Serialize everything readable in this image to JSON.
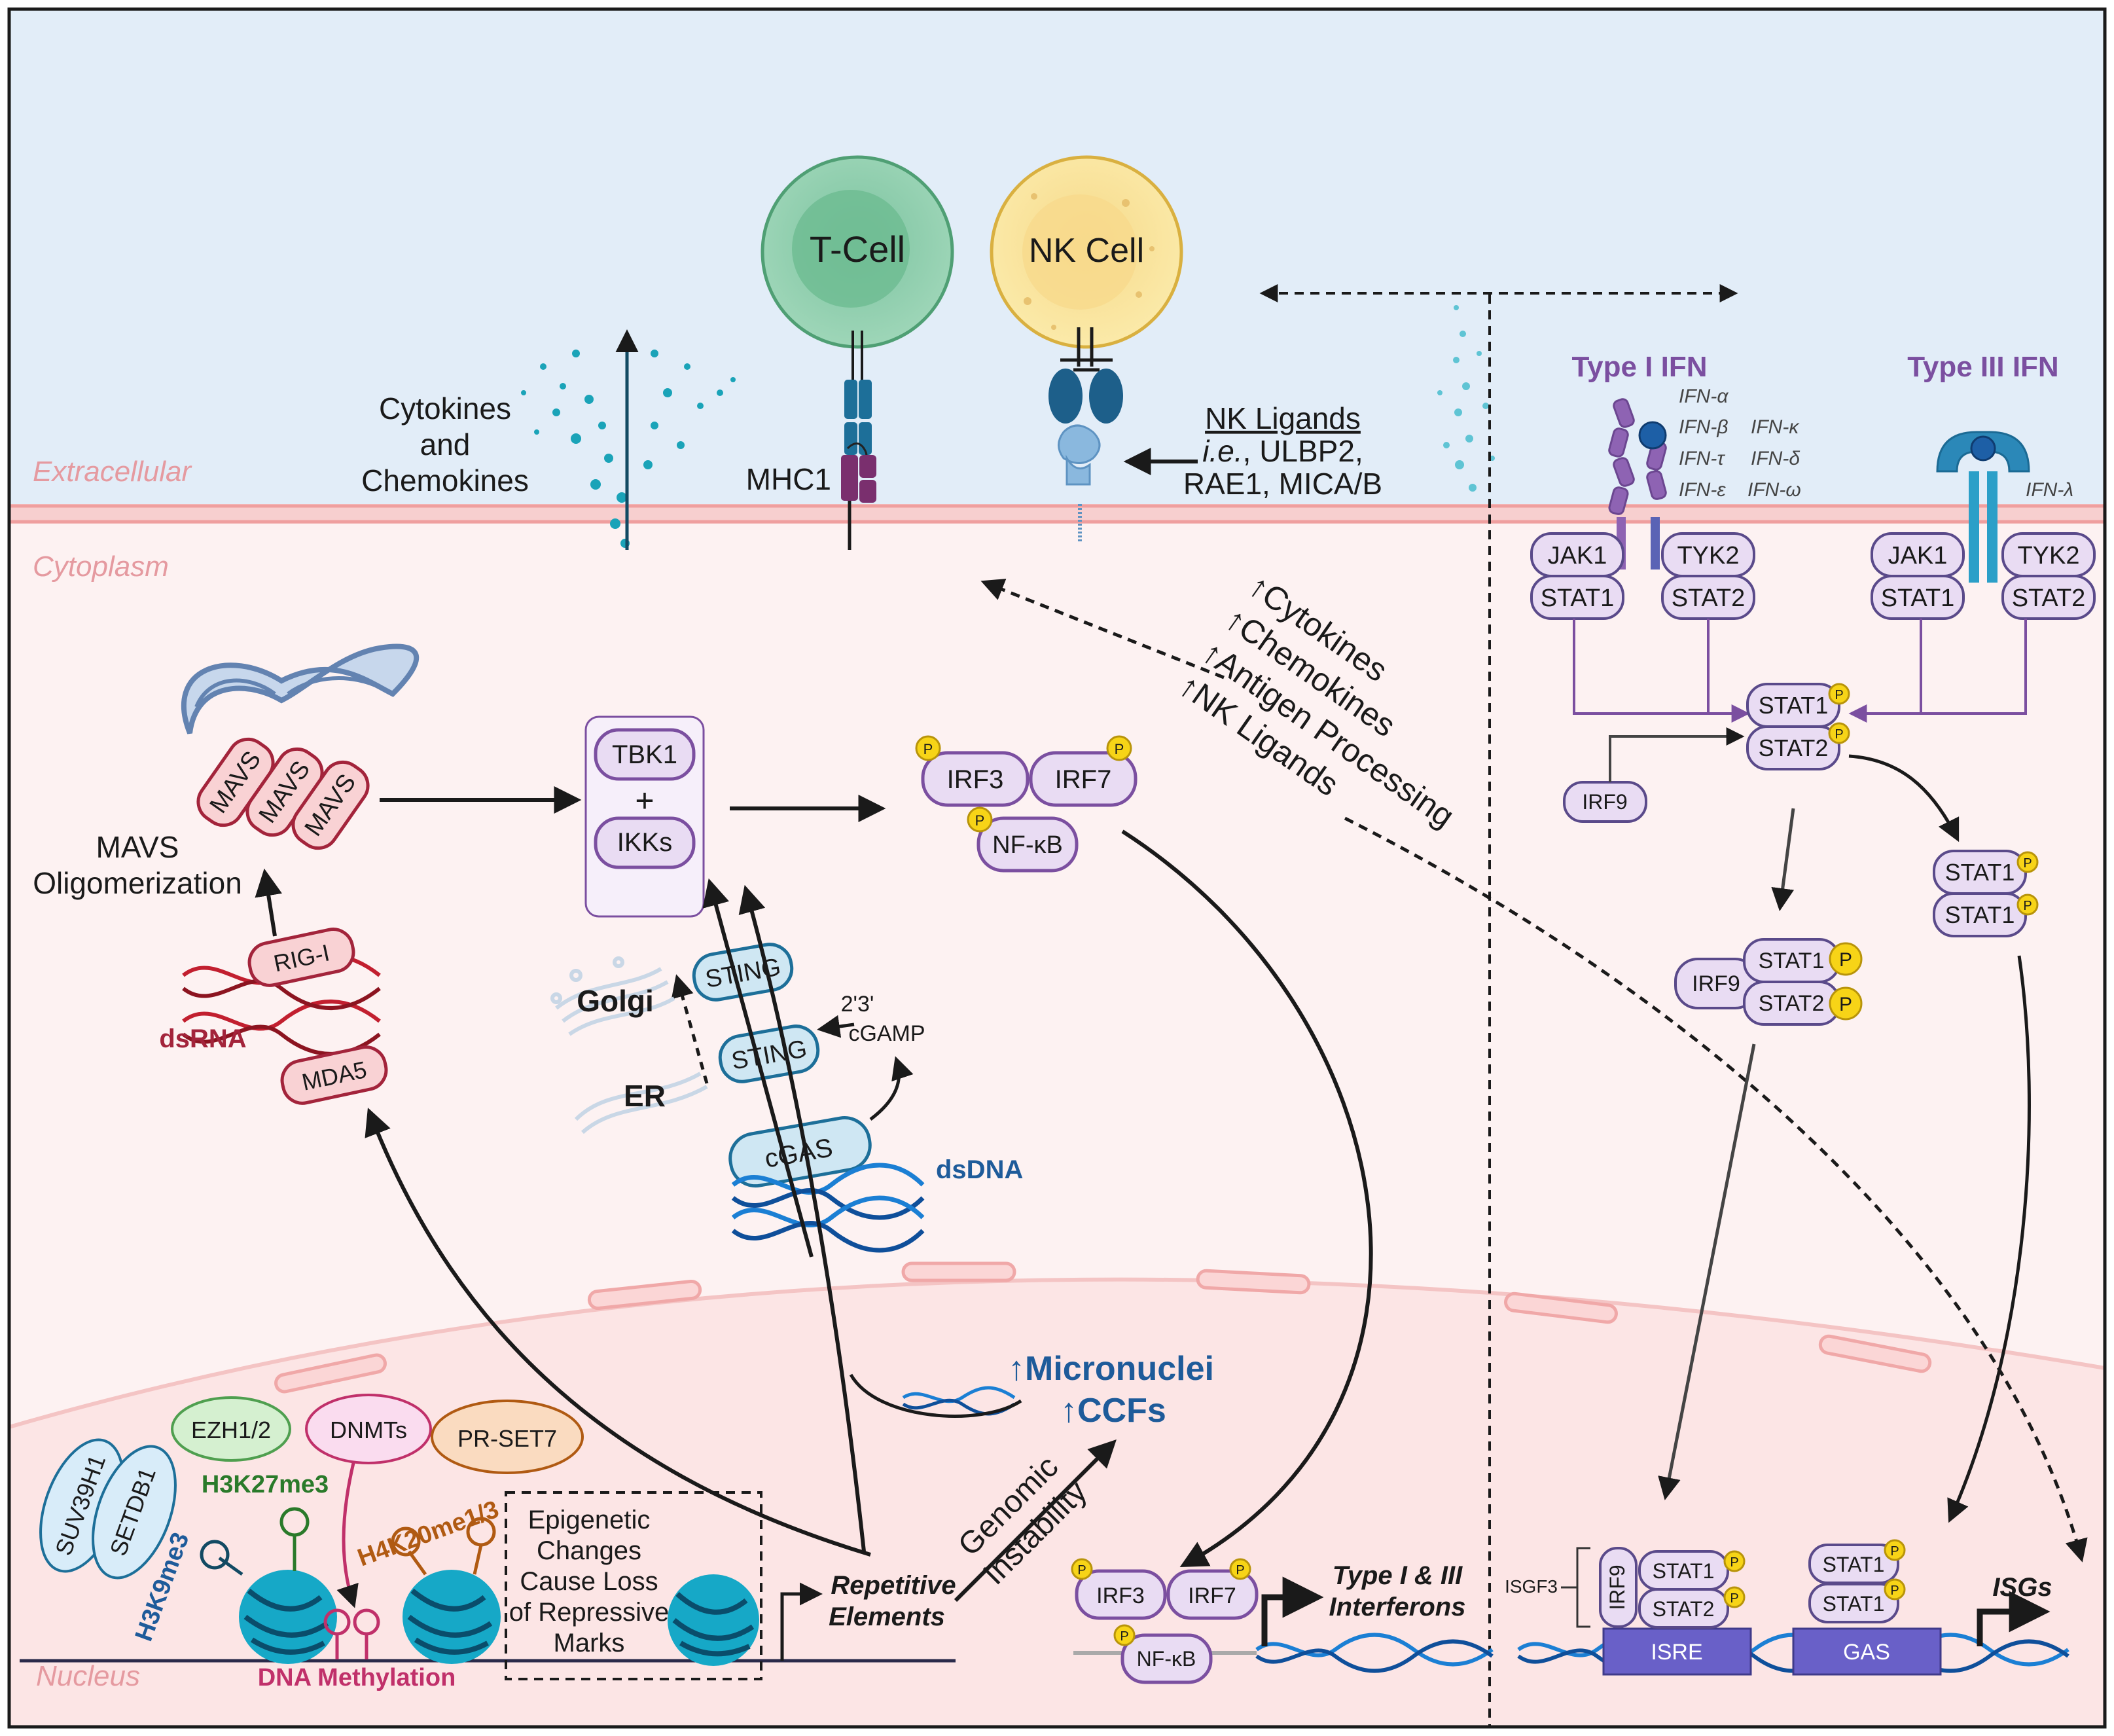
{
  "regions": {
    "extracellular": "Extracellular",
    "cytoplasm": "Cytoplasm",
    "nucleus": "Nucleus"
  },
  "cells": {
    "tcell": "T-Cell",
    "nkcell": "NK Cell",
    "mhc1": "MHC1",
    "cytokines_l1": "Cytokines",
    "cytokines_l2": "and",
    "cytokines_l3": "Chemokines",
    "nk_ligands_title": "NK Ligands",
    "nk_ligands_ie": "i.e.",
    "nk_ligands_l1": ", ULBP2,",
    "nk_ligands_l2": "RAE1, MICA/B"
  },
  "ifn": {
    "type1": "Type I IFN",
    "type3": "Type III IFN",
    "alpha": "IFN-α",
    "beta": "IFN-β",
    "tau": "IFN-τ",
    "epsilon": "IFN-ε",
    "kappa": "IFN-κ",
    "delta": "IFN-δ",
    "omega": "IFN-ω",
    "lambda": "IFN-λ"
  },
  "jakstat": {
    "jak1": "JAK1",
    "tyk2": "TYK2",
    "stat1": "STAT1",
    "stat2": "STAT2",
    "irf9": "IRF9",
    "isgf3": "ISGF3",
    "isre": "ISRE",
    "gas": "GAS",
    "isgs": "ISGs",
    "p": "P"
  },
  "pathway": {
    "mavs": "MAVS",
    "mavs_olig_l1": "MAVS",
    "mavs_olig_l2": "Oligomerization",
    "tbk1": "TBK1",
    "plus": "+",
    "ikks": "IKKs",
    "irf3": "IRF3",
    "irf7": "IRF7",
    "nfkb": "NF-κB",
    "rigi": "RIG-I",
    "mda5": "MDA5",
    "dsrna": "dsRNA",
    "sting": "STING",
    "golgi": "Golgi",
    "er": "ER",
    "cgamp_l1": "2'3'",
    "cgamp_l2": "cGAMP",
    "cgas": "cGAS",
    "dsdna": "dsDNA",
    "up_list": [
      "Cytokines",
      "Chemokines",
      "Antigen Processing",
      "NK Ligands"
    ],
    "micronuclei": "Micronuclei",
    "ccfs": "CCFs",
    "genomic_l1": "Genomic",
    "genomic_l2": "Instability",
    "repetitive_l1": "Repetitive",
    "repetitive_l2": "Elements",
    "type_ifn_l1": "Type I & III",
    "type_ifn_l2": "Interferons"
  },
  "epigenetic": {
    "suv39h1": "SUV39H1",
    "setdb1": "SETDB1",
    "ezh": "EZH1/2",
    "dnmts": "DNMTs",
    "prset7": "PR-SET7",
    "h3k9": "H3K9me3",
    "h3k27": "H3K27me3",
    "h4k20": "H4K20me1/3",
    "dnameth": "DNA Methylation",
    "box_l1": "Epigenetic",
    "box_l2": "Changes",
    "box_l3": "Cause Loss",
    "box_l4": "of Repressive",
    "box_l5": "Marks"
  },
  "colors": {
    "purple": "#7b4fa0",
    "dark_red": "#a3243b",
    "blue_text": "#1e5b9a",
    "green_text": "#2a7a2a",
    "orange_text": "#b05a12",
    "pink_text": "#e59aa0",
    "magenta_text": "#c0306a"
  }
}
